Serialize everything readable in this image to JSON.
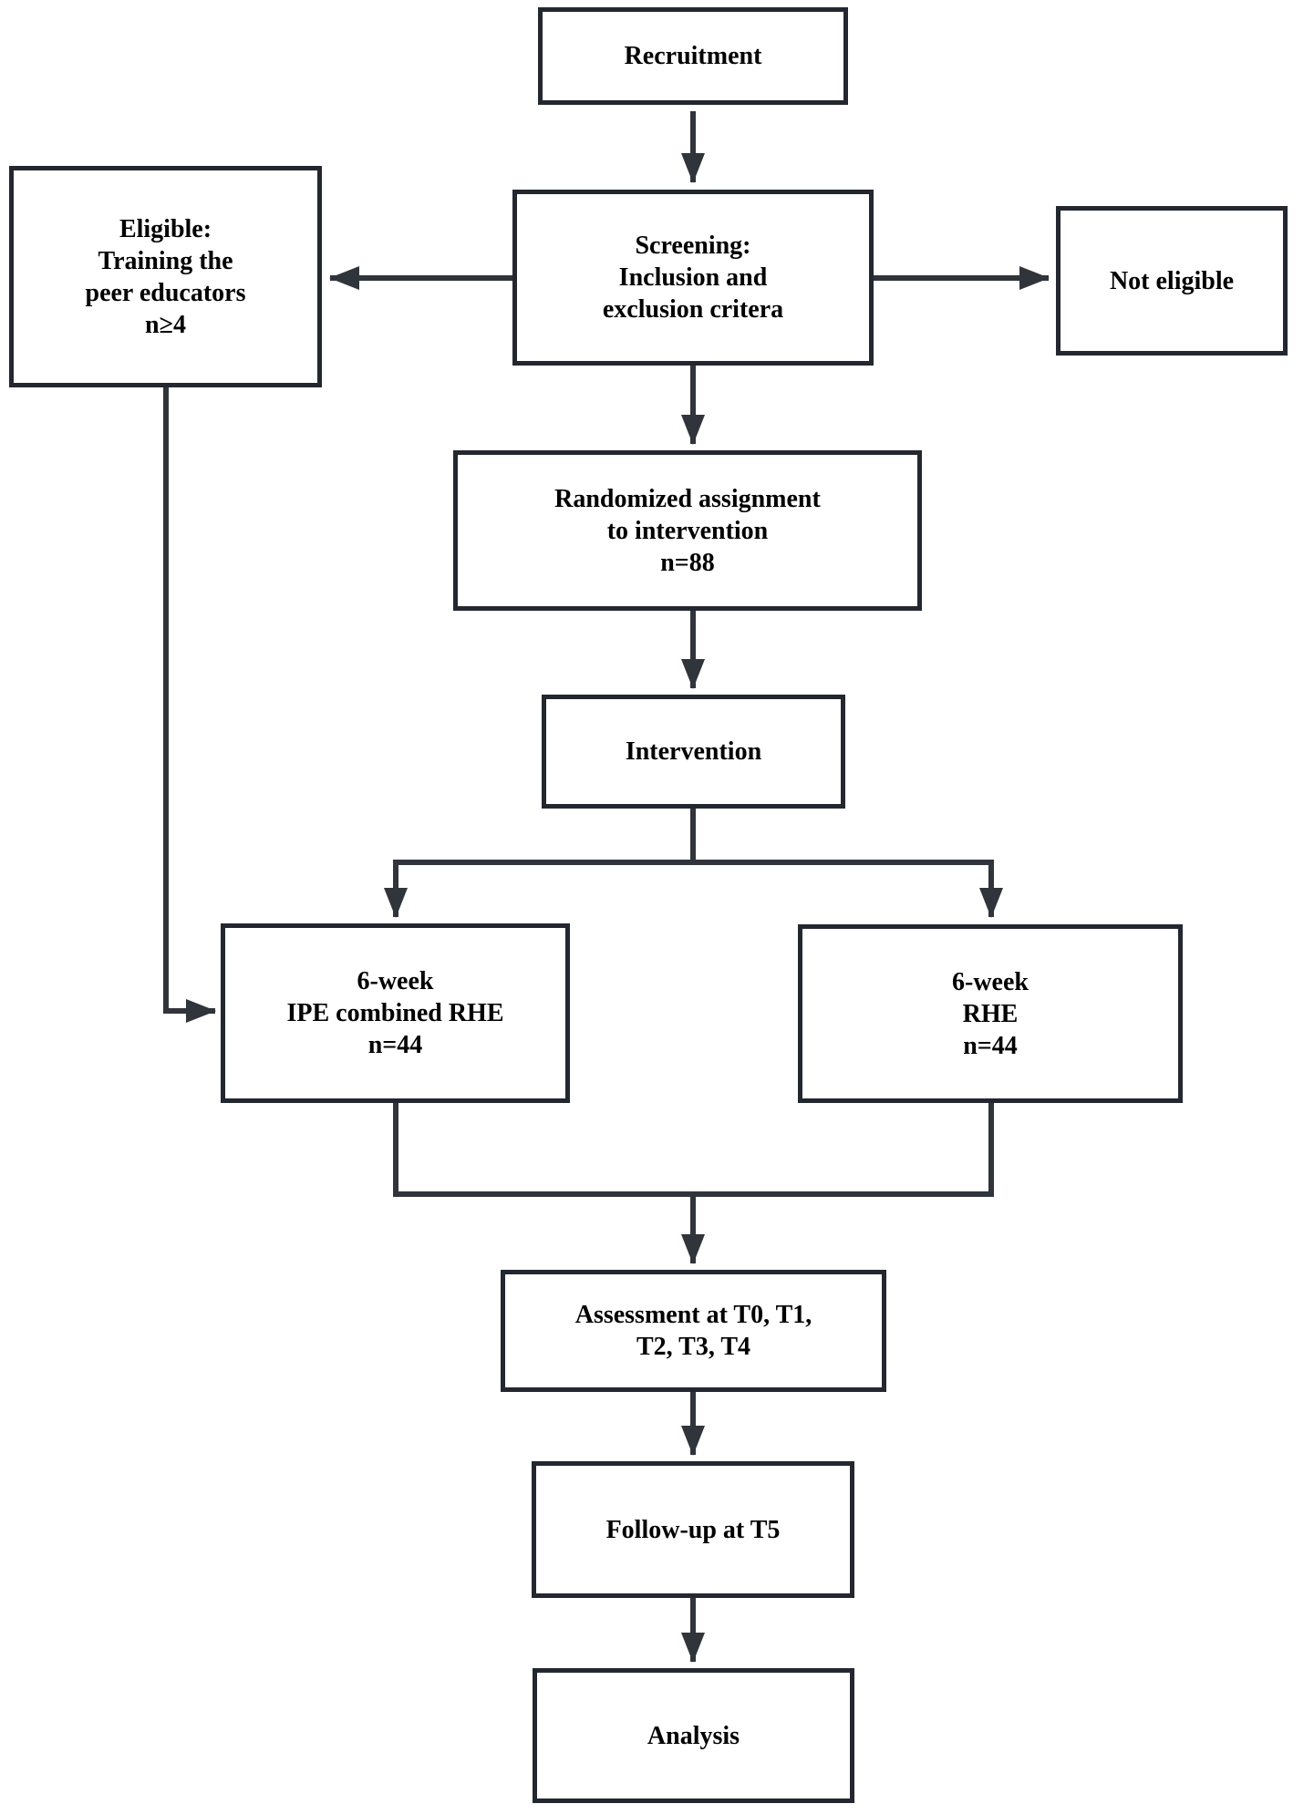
{
  "figure": {
    "type": "flowchart",
    "description_labels_only": "Study enrollment and intervention flow diagram"
  },
  "flowchart": {
    "nodes": {
      "recruitment": {
        "label": "Recruitment"
      },
      "screening": {
        "label": "Screening:\nInclusion and\nexclusion critera"
      },
      "eligible": {
        "label": "Eligible:\nTraining the\npeer educators\nn≥4"
      },
      "not_eligible": {
        "label": "Not eligible"
      },
      "randomized": {
        "label": "Randomized assignment\nto intervention\nn=88"
      },
      "intervention": {
        "label": "Intervention"
      },
      "ipe_rhe": {
        "label": "6-week\nIPE combined RHE\nn=44"
      },
      "rhe": {
        "label": "6-week\nRHE\nn=44"
      },
      "assessment": {
        "label": "Assessment at T0, T1,\nT2, T3, T4"
      },
      "followup": {
        "label": "Follow-up at T5"
      },
      "analysis": {
        "label": "Analysis"
      }
    },
    "edges": [
      {
        "from": "recruitment",
        "to": "screening",
        "arrow": true
      },
      {
        "from": "screening",
        "to": "eligible",
        "arrow": true
      },
      {
        "from": "screening",
        "to": "not_eligible",
        "arrow": true
      },
      {
        "from": "screening",
        "to": "randomized",
        "arrow": true
      },
      {
        "from": "randomized",
        "to": "intervention",
        "arrow": true
      },
      {
        "from": "intervention",
        "to": "ipe_rhe",
        "arrow": true
      },
      {
        "from": "intervention",
        "to": "rhe",
        "arrow": true
      },
      {
        "from": "eligible",
        "to": "ipe_rhe",
        "arrow": true
      },
      {
        "from": "ipe_rhe",
        "to": "assessment",
        "arrow": true
      },
      {
        "from": "rhe",
        "to": "assessment",
        "arrow": true
      },
      {
        "from": "assessment",
        "to": "followup",
        "arrow": true
      },
      {
        "from": "followup",
        "to": "analysis",
        "arrow": true
      }
    ]
  },
  "colors": {
    "line": "#30343b",
    "border": "#23272f",
    "text": "#000000",
    "background": "#ffffff"
  }
}
